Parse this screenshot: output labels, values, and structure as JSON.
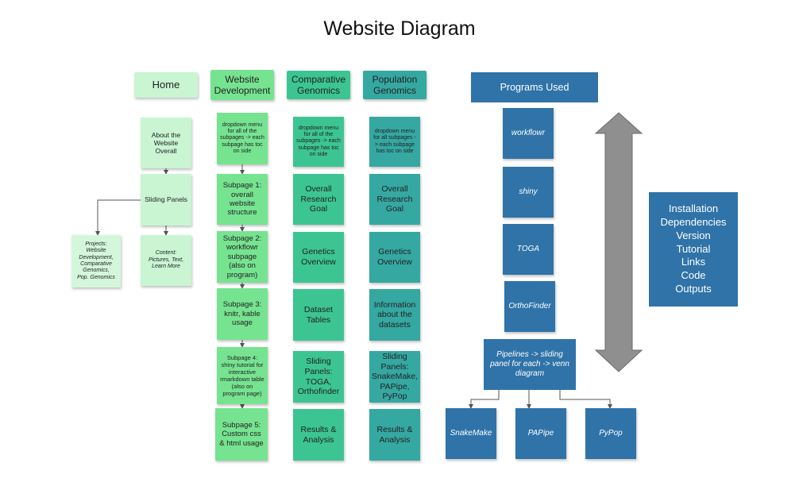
{
  "title": "Website Diagram",
  "columns": {
    "home": {
      "header": "Home",
      "items": [
        "About the Website Overall",
        "Sliding Panels"
      ],
      "projects": "Projects:\nWebsite Development,\nComparative Genomics,\nPop. Genomics",
      "content": "Content:\nPictures, Text,\nLearn More"
    },
    "web": {
      "header": "Website Development",
      "items": [
        "dropdown menu for all of the subpages -> each subpage has toc on side",
        "Subpage 1: overall website structure",
        "Subpage 2: workflowr subpage (also on program)",
        "Subpage 3: knitr, kable usage",
        "Subpage 4: shiny tutorial for interactive rmarkdown table (also on program page)",
        "Subpage 5: Custom css & html usage"
      ]
    },
    "comp": {
      "header": "Comparative Genomics",
      "items": [
        "dropdown menu for all of the subpages -> each subpage has toc on side",
        "Overall Research Goal",
        "Genetics Overview",
        "Dataset Tables",
        "Sliding Panels: TOGA, Orthofinder",
        "Results & Analysis"
      ]
    },
    "pop": {
      "header": "Population Genomics",
      "items": [
        "dropdown menu for all subpages -> each subpage has toc on side",
        "Overall Research Goal",
        "Genetics Overview",
        "Information about the datasets",
        "Sliding Panels: SnakeMake, PAPipe, PyPop",
        "Results & Analysis"
      ]
    }
  },
  "programs": {
    "header": "Programs Used",
    "items": [
      "workflowr",
      "shiny",
      "TOGA",
      "OrthoFinder"
    ],
    "pipelines": "Pipelines -> sliding panel for each -> venn diagram",
    "pipeline_items": [
      "SnakeMake",
      "PAPipe",
      "PyPop"
    ]
  },
  "info_box": "Installation\nDependencies\nVersion\nTutorial\nLinks\nCode\nOutputs",
  "colors": {
    "home": "#c9f5d3",
    "website_development": "#76e391",
    "comparative_genomics": "#3cc592",
    "population_genomics": "#35a8a2",
    "programs": "#2f73a8",
    "arrow": "#8f8f8f"
  }
}
